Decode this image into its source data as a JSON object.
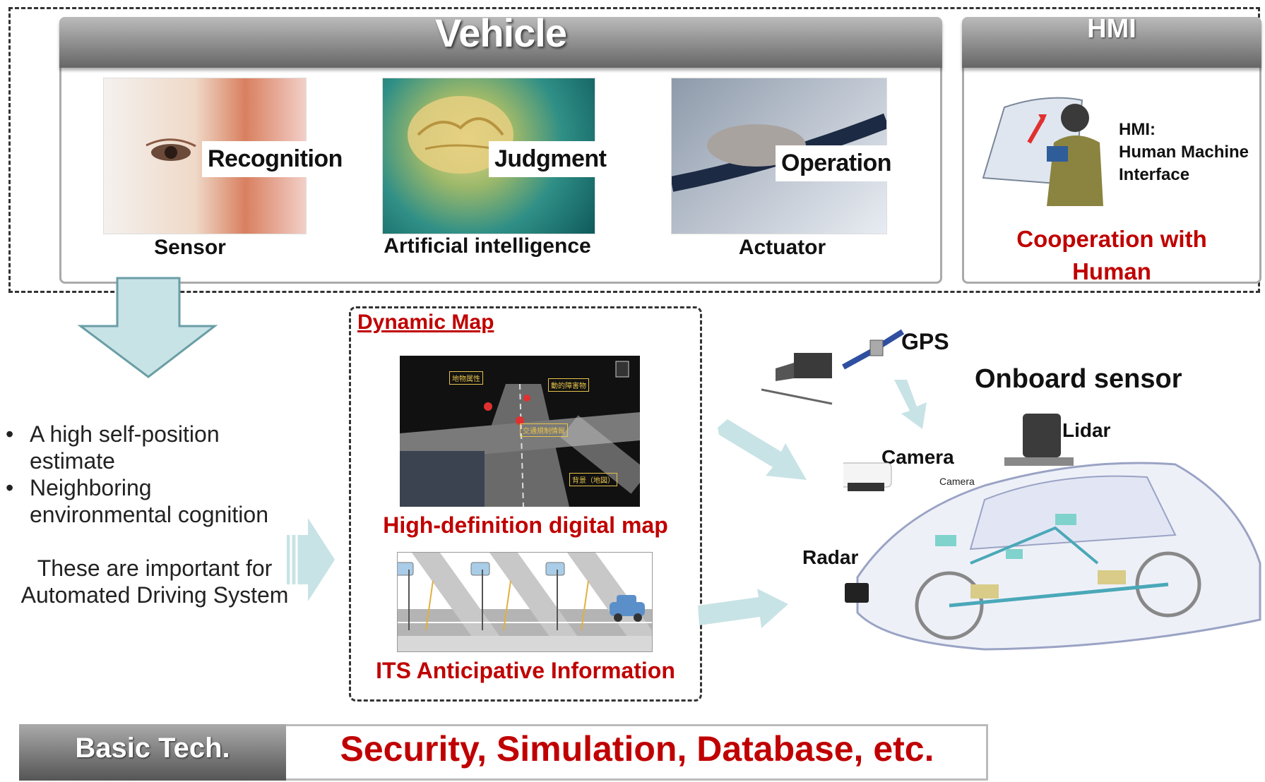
{
  "vehicle": {
    "title": "Vehicle",
    "stages": [
      {
        "label": "Recognition",
        "caption": "Sensor"
      },
      {
        "label": "Judgment",
        "caption": "Artificial intelligence"
      },
      {
        "label": "Operation",
        "caption": "Actuator"
      }
    ]
  },
  "hmi": {
    "title": "HMI",
    "description_line1": "HMI:",
    "description_line2": "Human Machine",
    "description_line3": "Interface",
    "cooperation_line1": "Cooperation with",
    "cooperation_line2": "Human"
  },
  "left_text": {
    "bullets": [
      "A high self-position estimate",
      "Neighboring environmental cognition"
    ],
    "bullet1_line1": "A high self-position",
    "bullet1_line2": "estimate",
    "bullet2_line1": "Neighboring",
    "bullet2_line2": "environmental cognition",
    "note_line1": "These are important for",
    "note_line2": "Automated Driving System"
  },
  "dynamic_map": {
    "title": "Dynamic Map",
    "hd_map_label": "High-definition digital map",
    "its_label": "ITS Anticipative Information",
    "map_tags": [
      "地物属性",
      "動的障害物",
      "交通規制情報",
      "背景（地図）"
    ]
  },
  "onboard": {
    "title": "Onboard sensor",
    "gps": "GPS",
    "lidar": "Lidar",
    "camera": "Camera",
    "camera_small": "Camera",
    "radar": "Radar"
  },
  "basic": {
    "label": "Basic Tech.",
    "text": "Security, Simulation, Database, etc."
  },
  "colors": {
    "accent_red": "#c00000",
    "arrow_fill": "#c8e3e6",
    "arrow_stroke": "#6a9ea6"
  }
}
